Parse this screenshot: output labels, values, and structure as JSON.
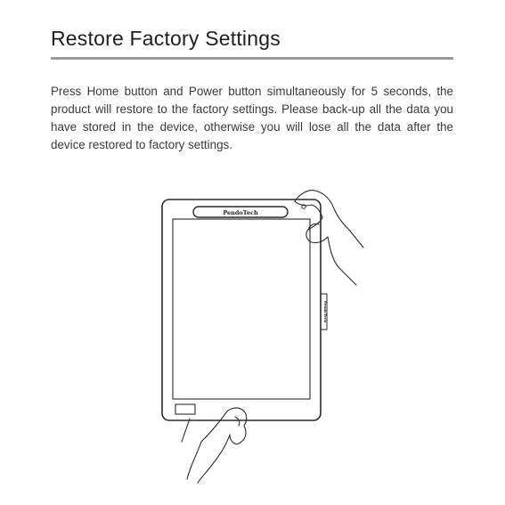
{
  "heading": {
    "title": "Restore Factory Settings"
  },
  "body": {
    "paragraph": "Press Home button and Power button simultaneously for 5 seconds, the product will restore to the factory settings. Please back-up all the data you have stored in the device, otherwise you will lose all the data after the device restored to factory settings."
  },
  "device": {
    "logo_text": "PendoTech",
    "side_logo_text": "PendoTech"
  }
}
